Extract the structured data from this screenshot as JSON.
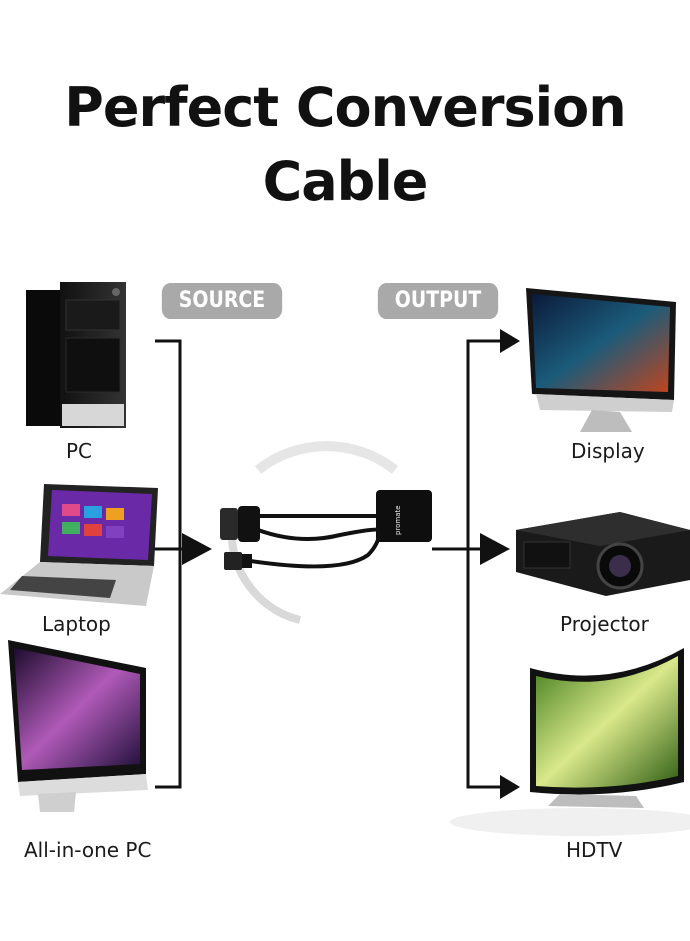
{
  "title_line1": "Perfect Conversion",
  "title_line2": "Cable",
  "source_label": "SOURCE",
  "output_label": "OUTPUT",
  "sources": [
    "PC",
    "Laptop",
    "All-in-one PC"
  ],
  "outputs": [
    "Display",
    "Projector",
    "HDTV"
  ],
  "brand_text": "promate",
  "colors": {
    "pill": "#a9a9a9",
    "line": "#111111",
    "text": "#1a1a1a"
  }
}
